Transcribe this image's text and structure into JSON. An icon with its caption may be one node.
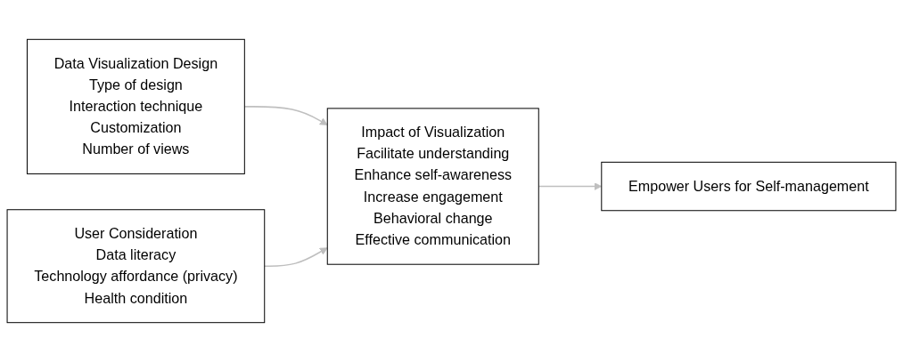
{
  "diagram": {
    "nodes": [
      {
        "text": [
          "Data Visualization Design",
          "Type of design",
          "Interaction technique",
          "Customization",
          "Number of views"
        ]
      },
      {
        "text": [
          "Impact of Visualization",
          "Facilitate understanding",
          "Enhance self-awareness",
          "Increase engagement",
          "Behavioral change",
          "Effective communication"
        ]
      },
      {
        "text": [
          "User Consideration",
          "Data literacy",
          "Technology affordance (privacy)",
          "Health condition"
        ]
      },
      {
        "text": [
          "Empower Users for Self-management"
        ]
      }
    ],
    "edges": [
      {
        "from": 0,
        "to": 1,
        "arrow": "to"
      },
      {
        "from": 2,
        "to": 1,
        "arrow": "to"
      },
      {
        "from": 1,
        "to": 3,
        "arrow": "to"
      }
    ]
  }
}
